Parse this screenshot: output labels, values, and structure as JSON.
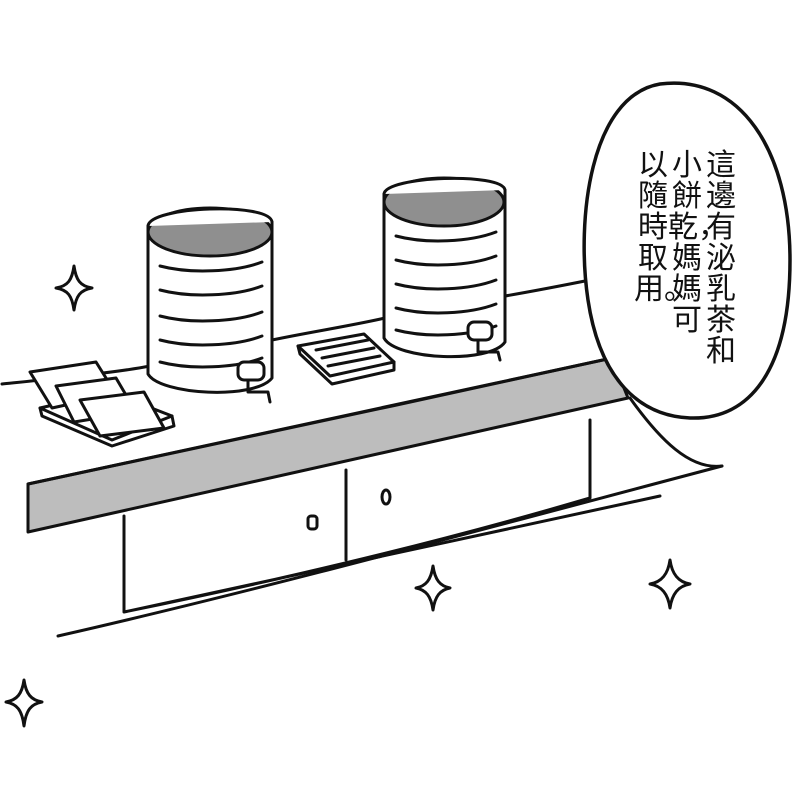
{
  "speech_bubble": {
    "lines": [
      "這邊有泌乳茶和",
      "小餅乾，媽媽可",
      "以隨時取用。"
    ]
  },
  "colors": {
    "ink": "#111111",
    "counter_gray": "#bdbdbd",
    "lid_gray": "#8f8f8f",
    "background": "#ffffff"
  },
  "scene_items": [
    "countertop",
    "cabinet-drawers",
    "milk-tea-dispenser-left",
    "milk-tea-dispenser-right",
    "cookie-tray",
    "tea-packet-tray",
    "sparkles"
  ]
}
